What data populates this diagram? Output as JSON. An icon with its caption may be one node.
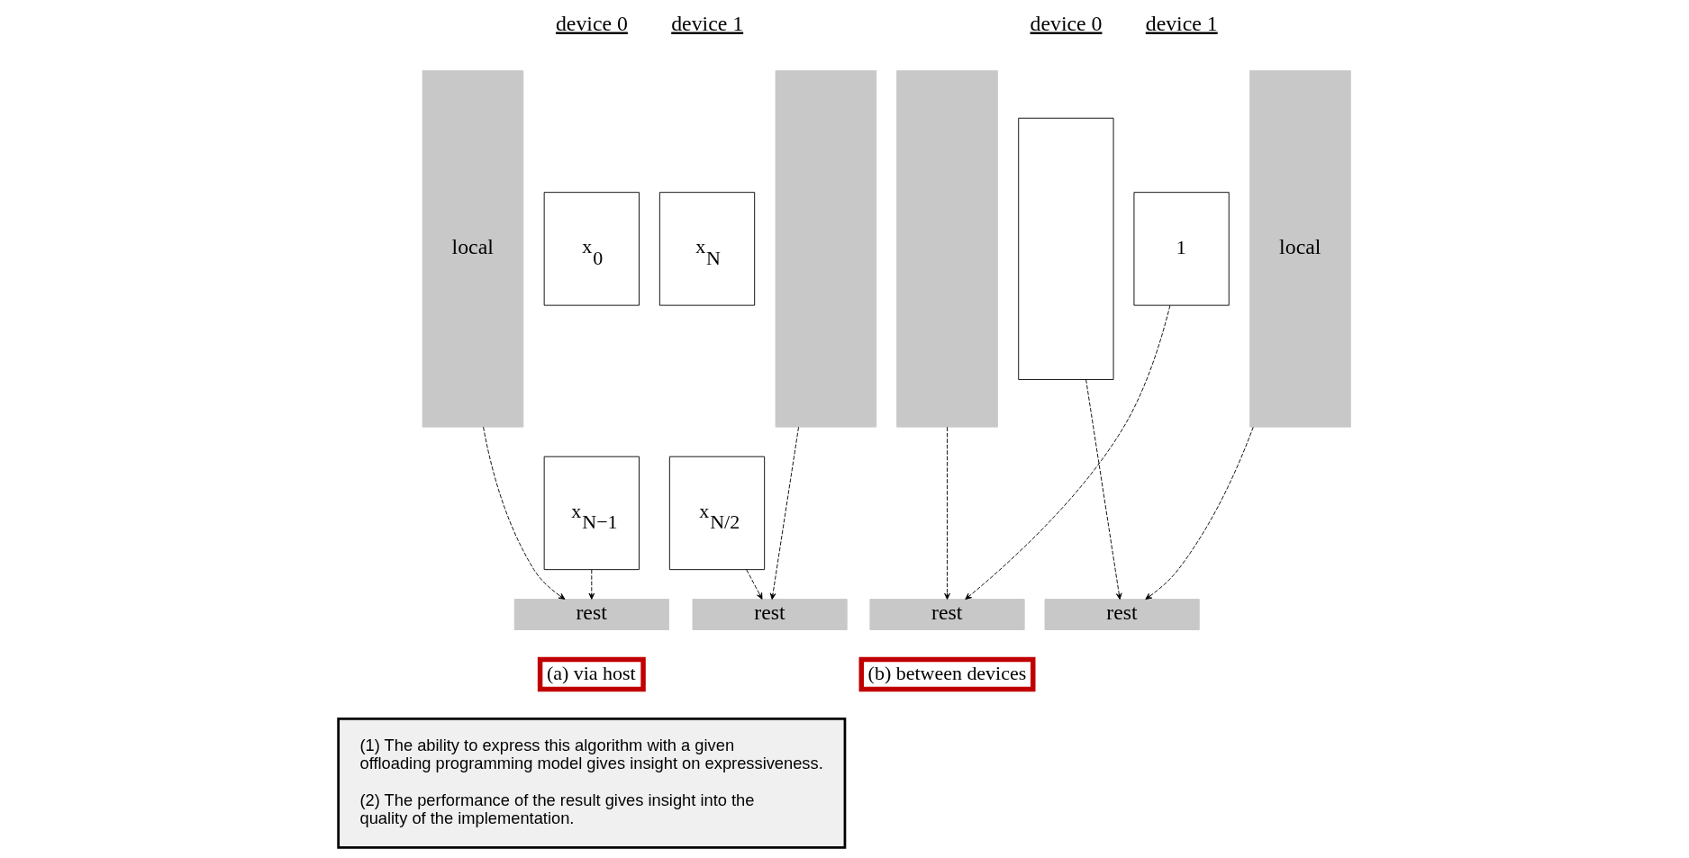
{
  "diagram": {
    "nodes": [
      {
        "text": [
          "local"
        ]
      },
      {
        "text": [
          "x$_{0}$"
        ]
      },
      {
        "text": [
          "x$_{N−1}$"
        ]
      },
      {
        "text": [
          "x$_{N}$"
        ]
      },
      {
        "text": [
          "x$_{N/2}$"
        ]
      },
      {
        "text": [],
        "shape": "bar"
      },
      {
        "text": [
          "rest"
        ]
      },
      {
        "text": [
          "rest"
        ]
      },
      {
        "text": [],
        "shape": "bar"
      },
      {
        "text": [],
        "shape": "box"
      },
      {
        "text": [
          "1"
        ]
      },
      {
        "text": [
          "local"
        ]
      },
      {
        "text": [
          "rest"
        ]
      },
      {
        "text": [
          "rest"
        ]
      },
      {
        "text": [
          "(a) via host"
        ]
      },
      {
        "text": [
          "(b) between devices"
        ]
      },
      {
        "text": [
          "(1) The ability to express this algorithm with a given offloading programming model gives insight on expressiveness.",
          "(2) The performance of the result gives insight into the quality of the implementation."
        ]
      }
    ],
    "edges": [
      {
        "from": 0,
        "to": 6,
        "arrow": "to",
        "style": "dashed"
      },
      {
        "from": 2,
        "to": 6,
        "arrow": "to",
        "style": "dashed"
      },
      {
        "from": 4,
        "to": 7,
        "arrow": "to",
        "style": "dashed"
      },
      {
        "from": 5,
        "to": 7,
        "arrow": "to",
        "style": "dashed"
      },
      {
        "from": 8,
        "to": 12,
        "arrow": "to",
        "style": "dashed"
      },
      {
        "from": 9,
        "to": 13,
        "arrow": "to",
        "style": "dashed"
      },
      {
        "from": 10,
        "to": 12,
        "arrow": "to",
        "style": "dashed"
      },
      {
        "from": 11,
        "to": 13,
        "arrow": "to",
        "style": "dashed"
      }
    ],
    "labels": [
      "device 0",
      "device 1",
      "device 0",
      "device 1"
    ]
  }
}
